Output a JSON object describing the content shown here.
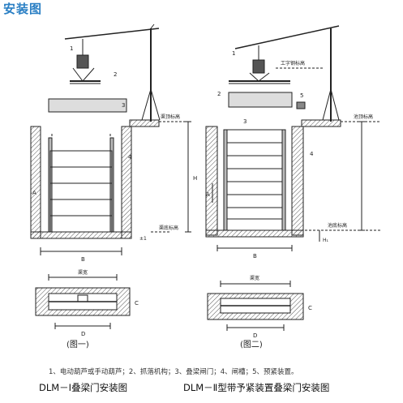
{
  "title": "安装图",
  "fig1": {
    "numbers": [
      "1",
      "2",
      "3",
      "4"
    ],
    "label_top": "渠顶标高",
    "label_bottom": "渠底标高",
    "dim_h": "H",
    "dim_a": "A",
    "dim_b": "B",
    "dim_delta": "±1",
    "plan_width": "渠宽",
    "plan_c": "C",
    "plan_d": "D",
    "caption": "(图一)"
  },
  "fig2": {
    "numbers": [
      "1",
      "2",
      "3",
      "4",
      "5"
    ],
    "label_beam": "工字钢标高",
    "label_top": "池顶标高",
    "label_bottom": "池底标高",
    "dim_h1": "H₁",
    "dim_a": "A",
    "dim_b": "B",
    "plan_width": "渠宽",
    "plan_c": "C",
    "plan_d": "D",
    "caption": "(图二)"
  },
  "legend": "1、电动葫芦或手动葫芦；2、抓落机构；3、叠梁闸门；4、闸槽；5、预紧装置。",
  "caption_left": "DLM－Ⅰ叠梁门安装图",
  "caption_right": "DLM－Ⅱ型带予紧装置叠梁门安装图"
}
